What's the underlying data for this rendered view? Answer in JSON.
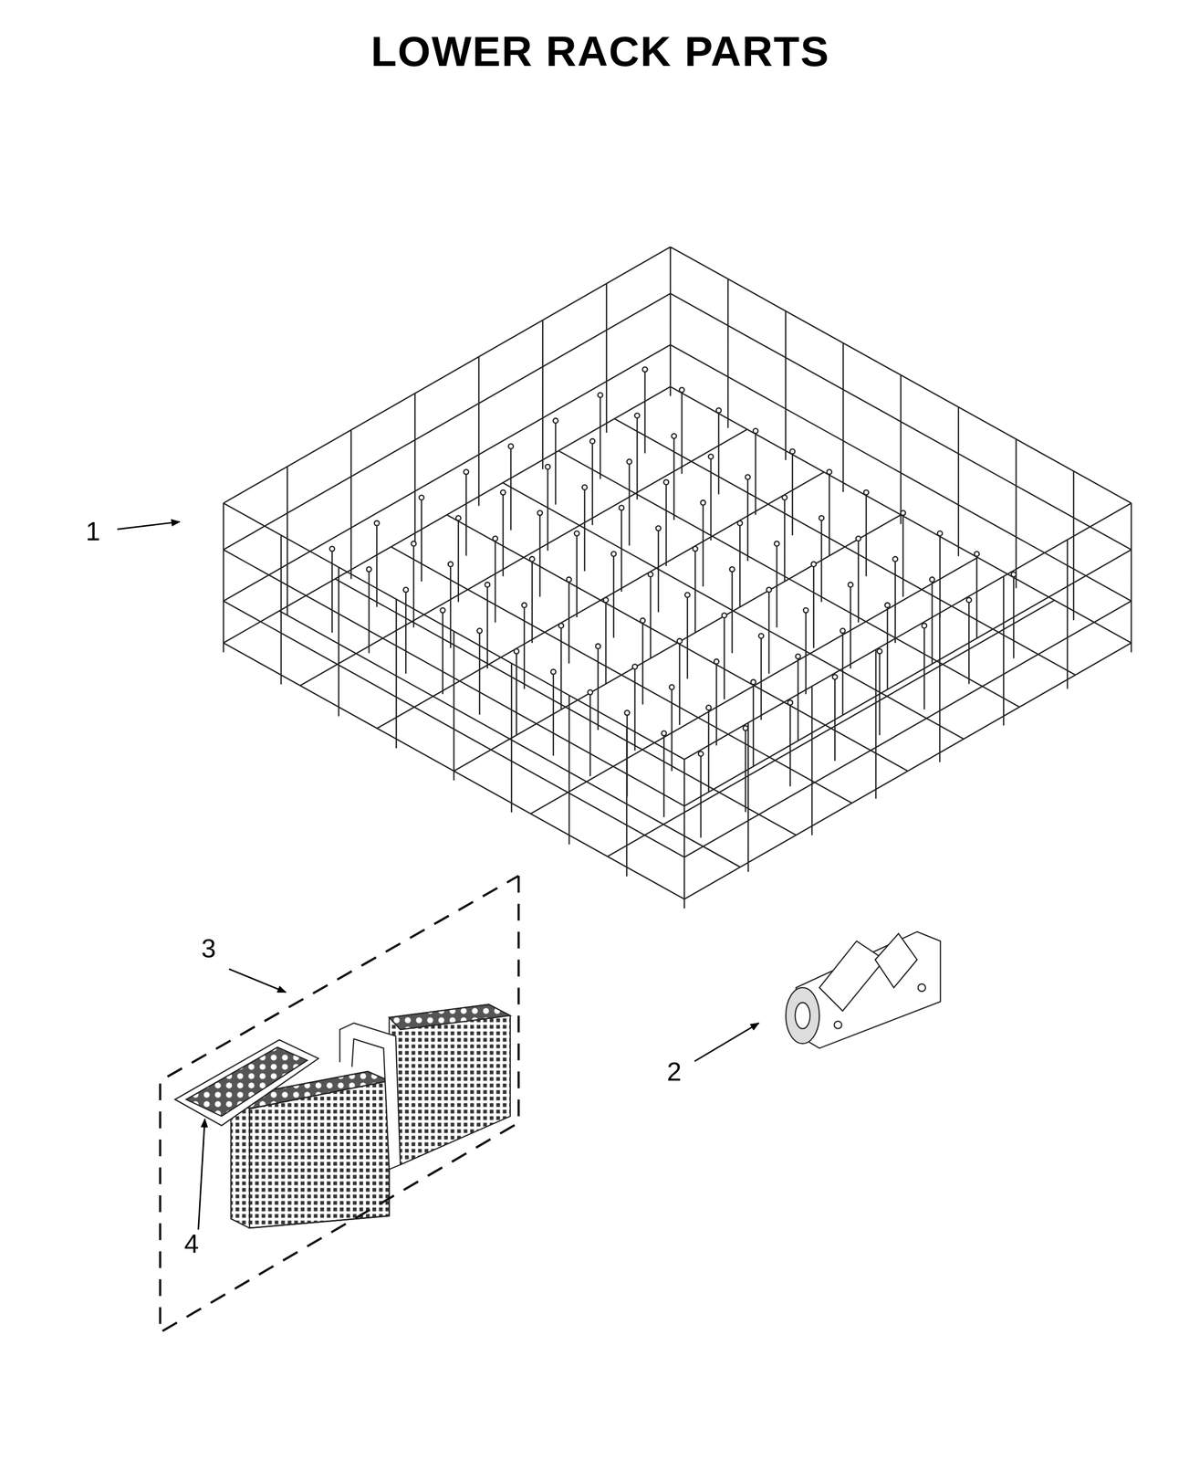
{
  "diagram": {
    "title": "LOWER RACK PARTS",
    "labels": [
      "1",
      "3",
      "2",
      "4"
    ]
  }
}
